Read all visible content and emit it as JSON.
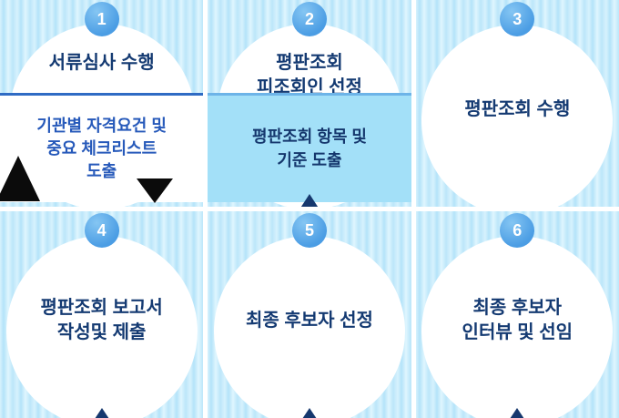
{
  "steps": [
    {
      "number": "1",
      "title": "서류심사 수행",
      "banner": "기관별 자격요건 및\n중요 체크리스트\n도출"
    },
    {
      "number": "2",
      "title": "평판조회\n피조회인 선정",
      "banner": "평판조회 항목 및\n기준 도출"
    },
    {
      "number": "3",
      "title": "평판조회  수행"
    },
    {
      "number": "4",
      "title": "평판조회  보고서\n작성및 제출"
    },
    {
      "number": "5",
      "title": "최종 후보자 선정"
    },
    {
      "number": "6",
      "title": "최종 후보자\n인터뷰 및 선임"
    }
  ],
  "colors": {
    "stripe_light": "#d7f2fd",
    "stripe_dark": "#b4e3f9",
    "badge_blue": "#4b9de4",
    "title_navy": "#143a72",
    "banner1_bg": "#ffffff",
    "banner1_text": "#2659ba",
    "banner2_bg": "#a3e0f8",
    "banner2_text": "#15376d"
  }
}
